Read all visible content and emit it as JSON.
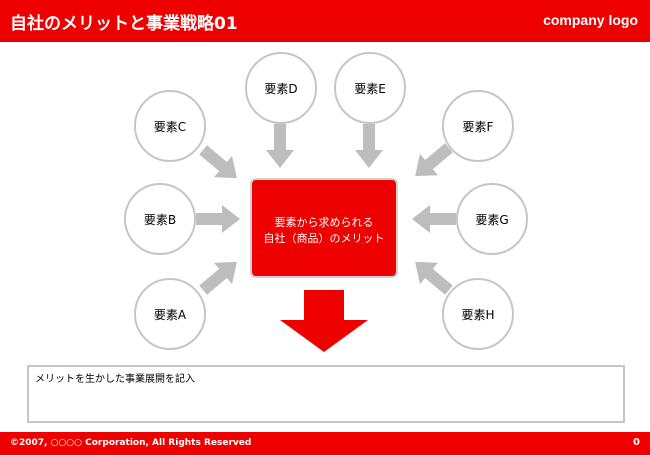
{
  "header": {
    "title": "自社のメリットと事業戦略01",
    "logo": "company logo"
  },
  "center": {
    "line1": "要素から求められる",
    "line2": "自社（商品）のメリット"
  },
  "elements": [
    {
      "id": "a",
      "label": "要素A"
    },
    {
      "id": "b",
      "label": "要素B"
    },
    {
      "id": "c",
      "label": "要素C"
    },
    {
      "id": "d",
      "label": "要素D"
    },
    {
      "id": "e",
      "label": "要素E"
    },
    {
      "id": "f",
      "label": "要素F"
    },
    {
      "id": "g",
      "label": "要素G"
    },
    {
      "id": "h",
      "label": "要素H"
    }
  ],
  "note": {
    "text": "メリットを生かした事業展開を記入"
  },
  "footer": {
    "copyright": "©2007, ○○○○ Corporation, All Rights Reserved",
    "page": "0"
  },
  "colors": {
    "brand_red": "#ee0000",
    "arrow_gray": "#bdbdbd",
    "border_gray": "#c6c6c6"
  }
}
